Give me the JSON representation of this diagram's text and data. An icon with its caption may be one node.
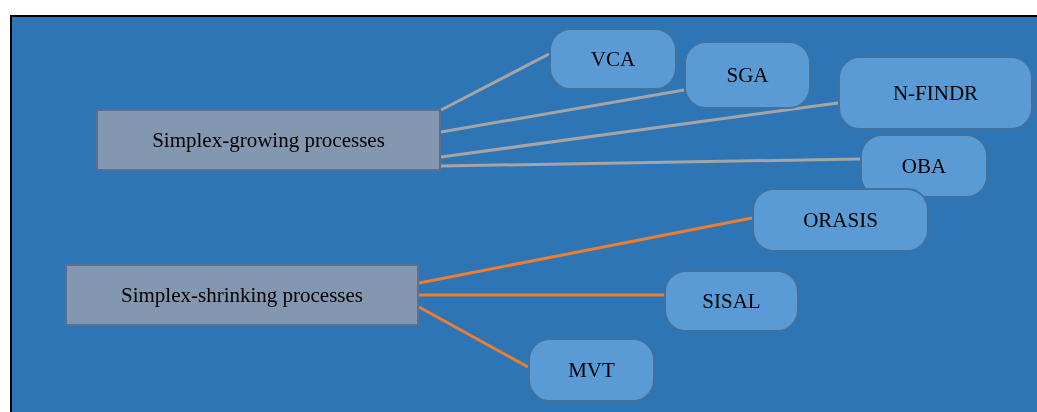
{
  "diagram": {
    "nodes": [
      {
        "text": [
          "Simplex-growing processes"
        ]
      },
      {
        "text": [
          "VCA"
        ]
      },
      {
        "text": [
          "SGA"
        ]
      },
      {
        "text": [
          "N-FINDR"
        ]
      },
      {
        "text": [
          "OBA"
        ]
      },
      {
        "text": [
          "Simplex-shrinking processes"
        ]
      },
      {
        "text": [
          "ORASIS"
        ]
      },
      {
        "text": [
          "SISAL"
        ]
      },
      {
        "text": [
          "MVT"
        ]
      }
    ],
    "edges": [
      {
        "from": 0,
        "to": 1,
        "arrow": "none"
      },
      {
        "from": 0,
        "to": 2,
        "arrow": "none"
      },
      {
        "from": 0,
        "to": 3,
        "arrow": "none"
      },
      {
        "from": 0,
        "to": 4,
        "arrow": "none"
      },
      {
        "from": 5,
        "to": 6,
        "arrow": "none",
        "color": "#ed7d31"
      },
      {
        "from": 5,
        "to": 7,
        "arrow": "none",
        "color": "#ed7d31"
      },
      {
        "from": 5,
        "to": 8,
        "arrow": "none",
        "color": "#ed7d31"
      }
    ]
  }
}
